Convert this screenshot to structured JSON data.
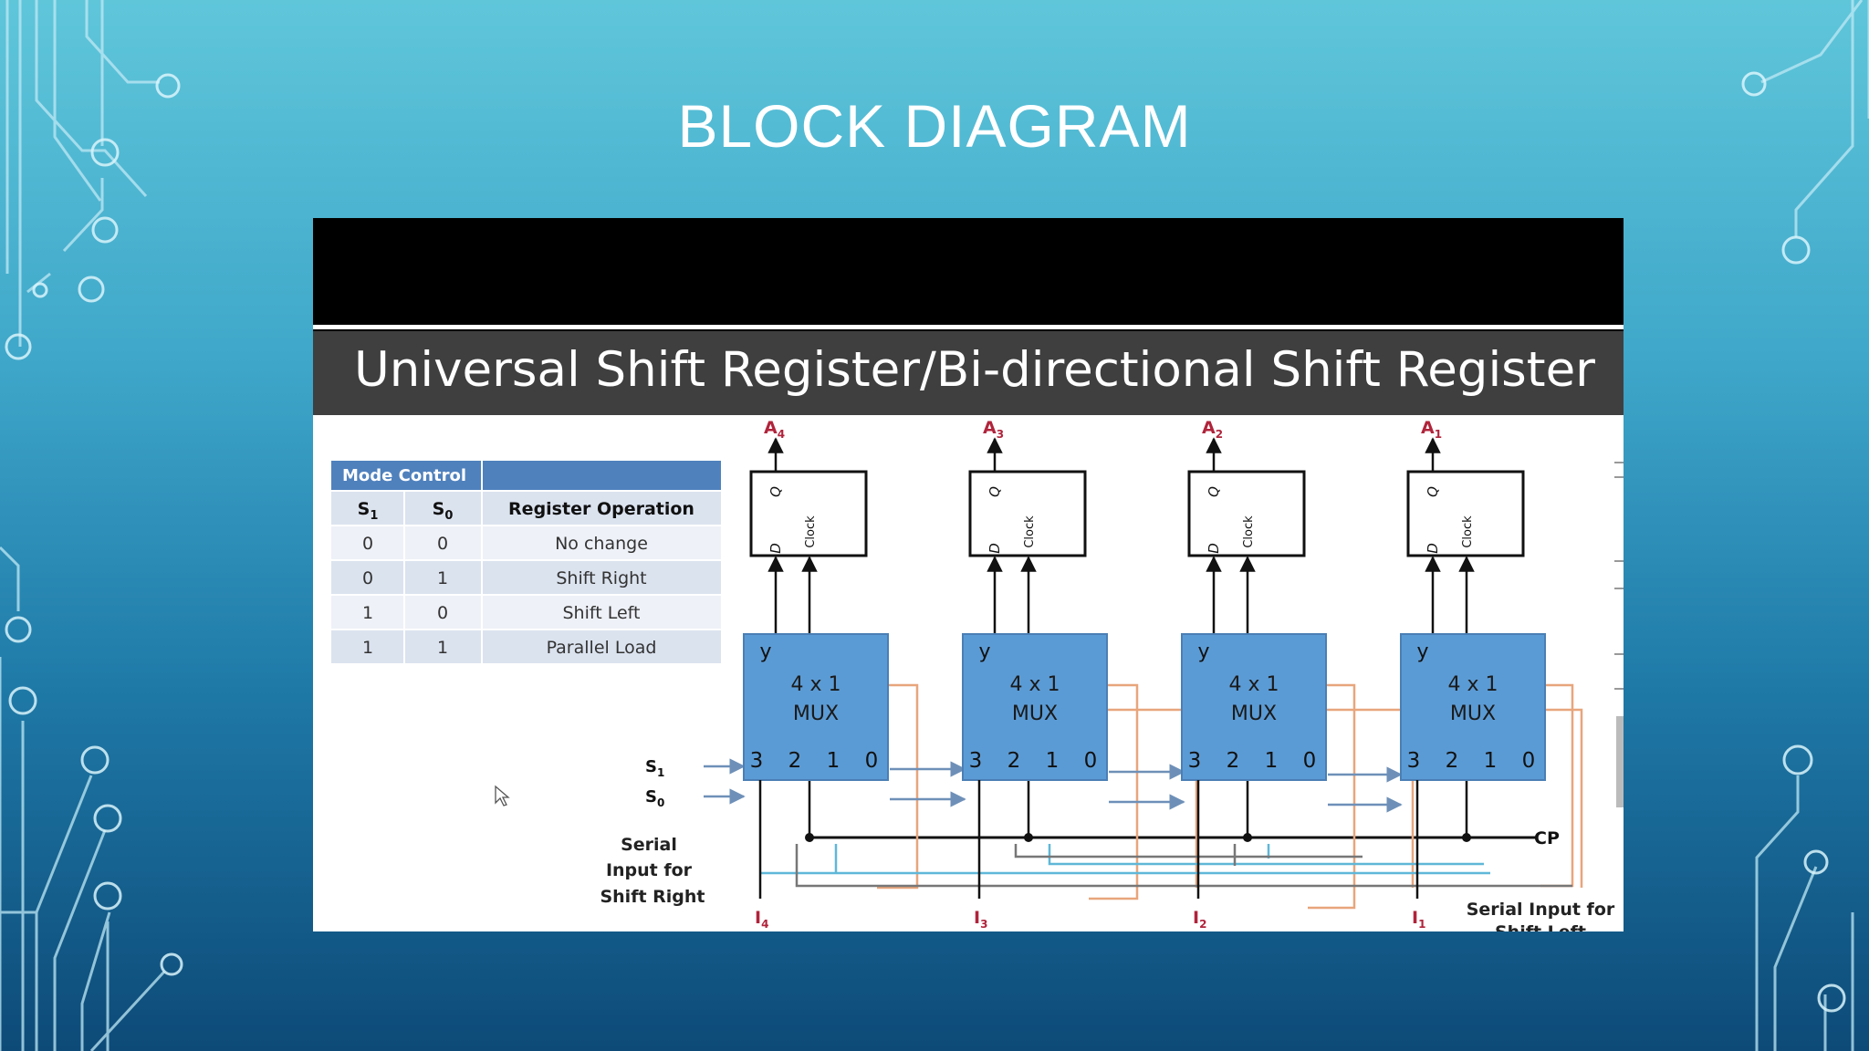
{
  "slide": {
    "title": "BLOCK DIAGRAM"
  },
  "video": {
    "banner_title": "Universal Shift Register/Bi-directional Shift Register"
  },
  "mode_table": {
    "caption": "Mode Control",
    "headers": {
      "s1": "S",
      "s1_sub": "1",
      "s0": "S",
      "s0_sub": "0",
      "op": "Register Operation"
    },
    "rows": [
      {
        "s1": "0",
        "s0": "0",
        "op": "No change"
      },
      {
        "s1": "0",
        "s0": "1",
        "op": "Shift Right"
      },
      {
        "s1": "1",
        "s0": "0",
        "op": "Shift Left"
      },
      {
        "s1": "1",
        "s0": "1",
        "op": "Parallel Load"
      }
    ]
  },
  "circuit": {
    "flipflops": [
      {
        "out": "A",
        "out_sub": "4",
        "in": "I",
        "in_sub": "4"
      },
      {
        "out": "A",
        "out_sub": "3",
        "in": "I",
        "in_sub": "3"
      },
      {
        "out": "A",
        "out_sub": "2",
        "in": "I",
        "in_sub": "2"
      },
      {
        "out": "A",
        "out_sub": "1",
        "in": "I",
        "in_sub": "1"
      }
    ],
    "ff_q": "Q",
    "ff_d": "D",
    "ff_clock": "Clock",
    "mux": {
      "y": "y",
      "line1": "4 x 1",
      "line2": "MUX",
      "inputs": [
        "3",
        "2",
        "1",
        "0"
      ]
    },
    "cp": "CP",
    "select": {
      "s1": "S",
      "s1_sub": "1",
      "s0": "S",
      "s0_sub": "0"
    },
    "serial_right": [
      "Serial",
      "Input for",
      "Shift Right"
    ],
    "serial_left": [
      "Serial Input for",
      "Shift Left"
    ],
    "colors": {
      "mux_fill": "#5b9bd5",
      "wire_orange": "#e8a57c",
      "wire_cyan": "#5fb7d8",
      "label_red": "#b0243b",
      "table_head": "#4f81bd"
    }
  }
}
